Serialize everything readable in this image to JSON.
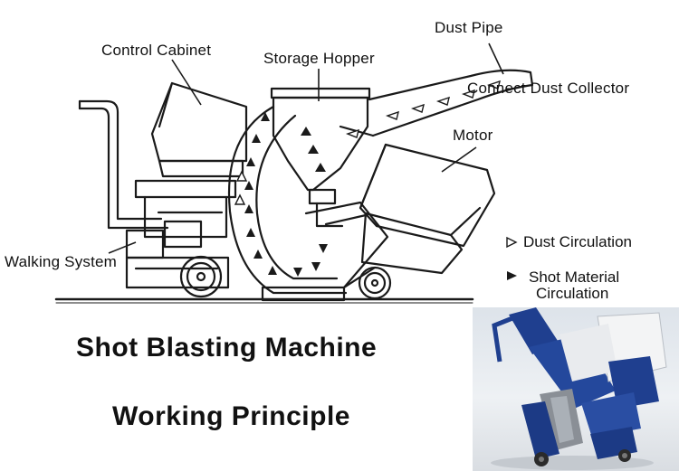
{
  "labels": {
    "dust_pipe": "Dust Pipe",
    "control_cabinet": "Control Cabinet",
    "storage_hopper": "Storage Hopper",
    "connect_dust_collector": "Connect Dust Collector",
    "motor": "Motor",
    "walking_system": "Walking System"
  },
  "legend": {
    "dust_circulation": "Dust Circulation",
    "shot_material_line1": "Shot Material",
    "shot_material_line2": "Circulation"
  },
  "title": {
    "line1": "Shot Blasting Machine",
    "line2": "Working Principle"
  },
  "colors": {
    "line": "#1a1a1a",
    "photo_blue": "#1f3f8f",
    "photo_white": "#f3f4f5",
    "photo_gray": "#8a8f96"
  }
}
